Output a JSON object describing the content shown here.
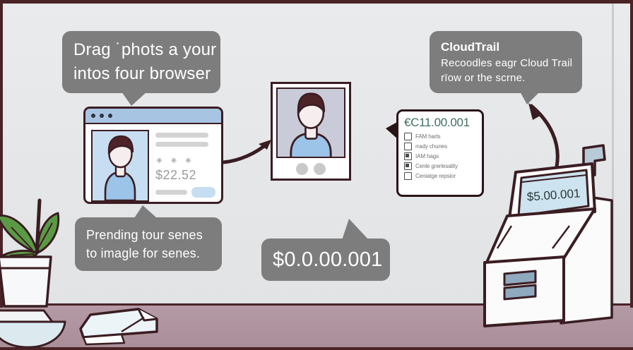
{
  "scene": {
    "title": "Illustrated workflow: drag photos into browser, capture and checkout",
    "colors": {
      "wall": "#e6e8ea",
      "desk": "#b49aa4",
      "outline": "#3a1d22",
      "bubble": "#7d7d7d",
      "accent_blue": "#a8c4e3",
      "photo_blue": "#c7ddf2",
      "receipt_green": "#3f6f64",
      "plant_green": "#5a9a44"
    }
  },
  "bubbles": {
    "drag": {
      "name": "drag-photos-bubble",
      "line1": "Drag ˙phots a your",
      "line2": "intos four browser"
    },
    "cloudtrail": {
      "name": "cloudtrail-bubble",
      "title": "CloudTrail",
      "line1": "Recoodles eagr Cloud Trail",
      "line2": "rïow or the scrne."
    },
    "prending": {
      "name": "prending-bubble",
      "line1": "Prending tour senes",
      "line2": "to imagle for senes."
    },
    "price": {
      "name": "price-bubble",
      "amount": "$0.0.00.001"
    }
  },
  "browser": {
    "name": "product-browser-window",
    "window_dots": 3,
    "product": {
      "stars": "✷ ✷ ✷",
      "price": "$22.52"
    }
  },
  "photo_frame": {
    "name": "photo-preview-frame",
    "controls": 2
  },
  "receipt": {
    "name": "receipt-checklist-card",
    "total": "€C11.00.001",
    "items": [
      {
        "label": "FAM harts",
        "checked": false
      },
      {
        "label": "rrady chunes",
        "checked": false
      },
      {
        "label": "IAM hags",
        "checked": true
      },
      {
        "label": "Cenle grerlesality",
        "checked": true
      },
      {
        "label": "Ceniatge repsior",
        "checked": false
      }
    ]
  },
  "kiosk": {
    "name": "pos-terminal",
    "screen_amount": "$5.00.001"
  },
  "arrows": {
    "browser_to_photo": "curved-arrow-right",
    "kiosk_to_cloudtrail": "curved-arrow-up"
  },
  "decor": {
    "plant": "potted-plant",
    "books": "stacked-notebooks"
  }
}
